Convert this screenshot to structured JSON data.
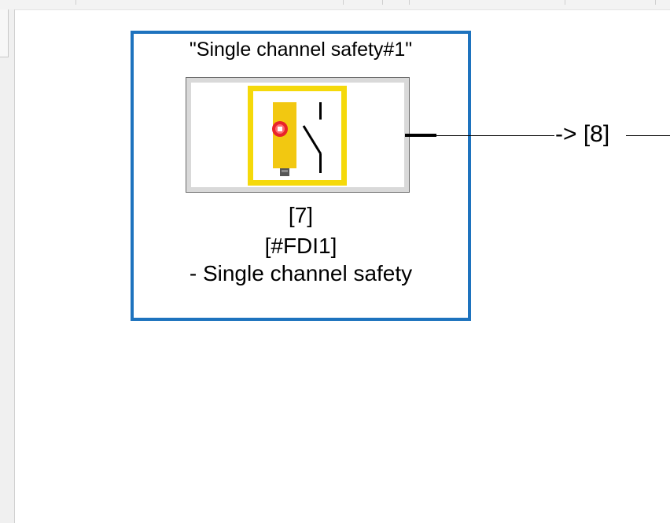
{
  "block": {
    "title": "\"Single channel safety#1\"",
    "number": "[7]",
    "tag": "[#FDI1]",
    "description": "- Single channel safety",
    "icon": "safety-sensor-switch-icon"
  },
  "connection": {
    "label": "-> [8]"
  },
  "colors": {
    "selection_border": "#1e73be",
    "icon_frame": "#f5d90a",
    "sensor_body": "#f2c811",
    "indicator": "#e8232a"
  }
}
